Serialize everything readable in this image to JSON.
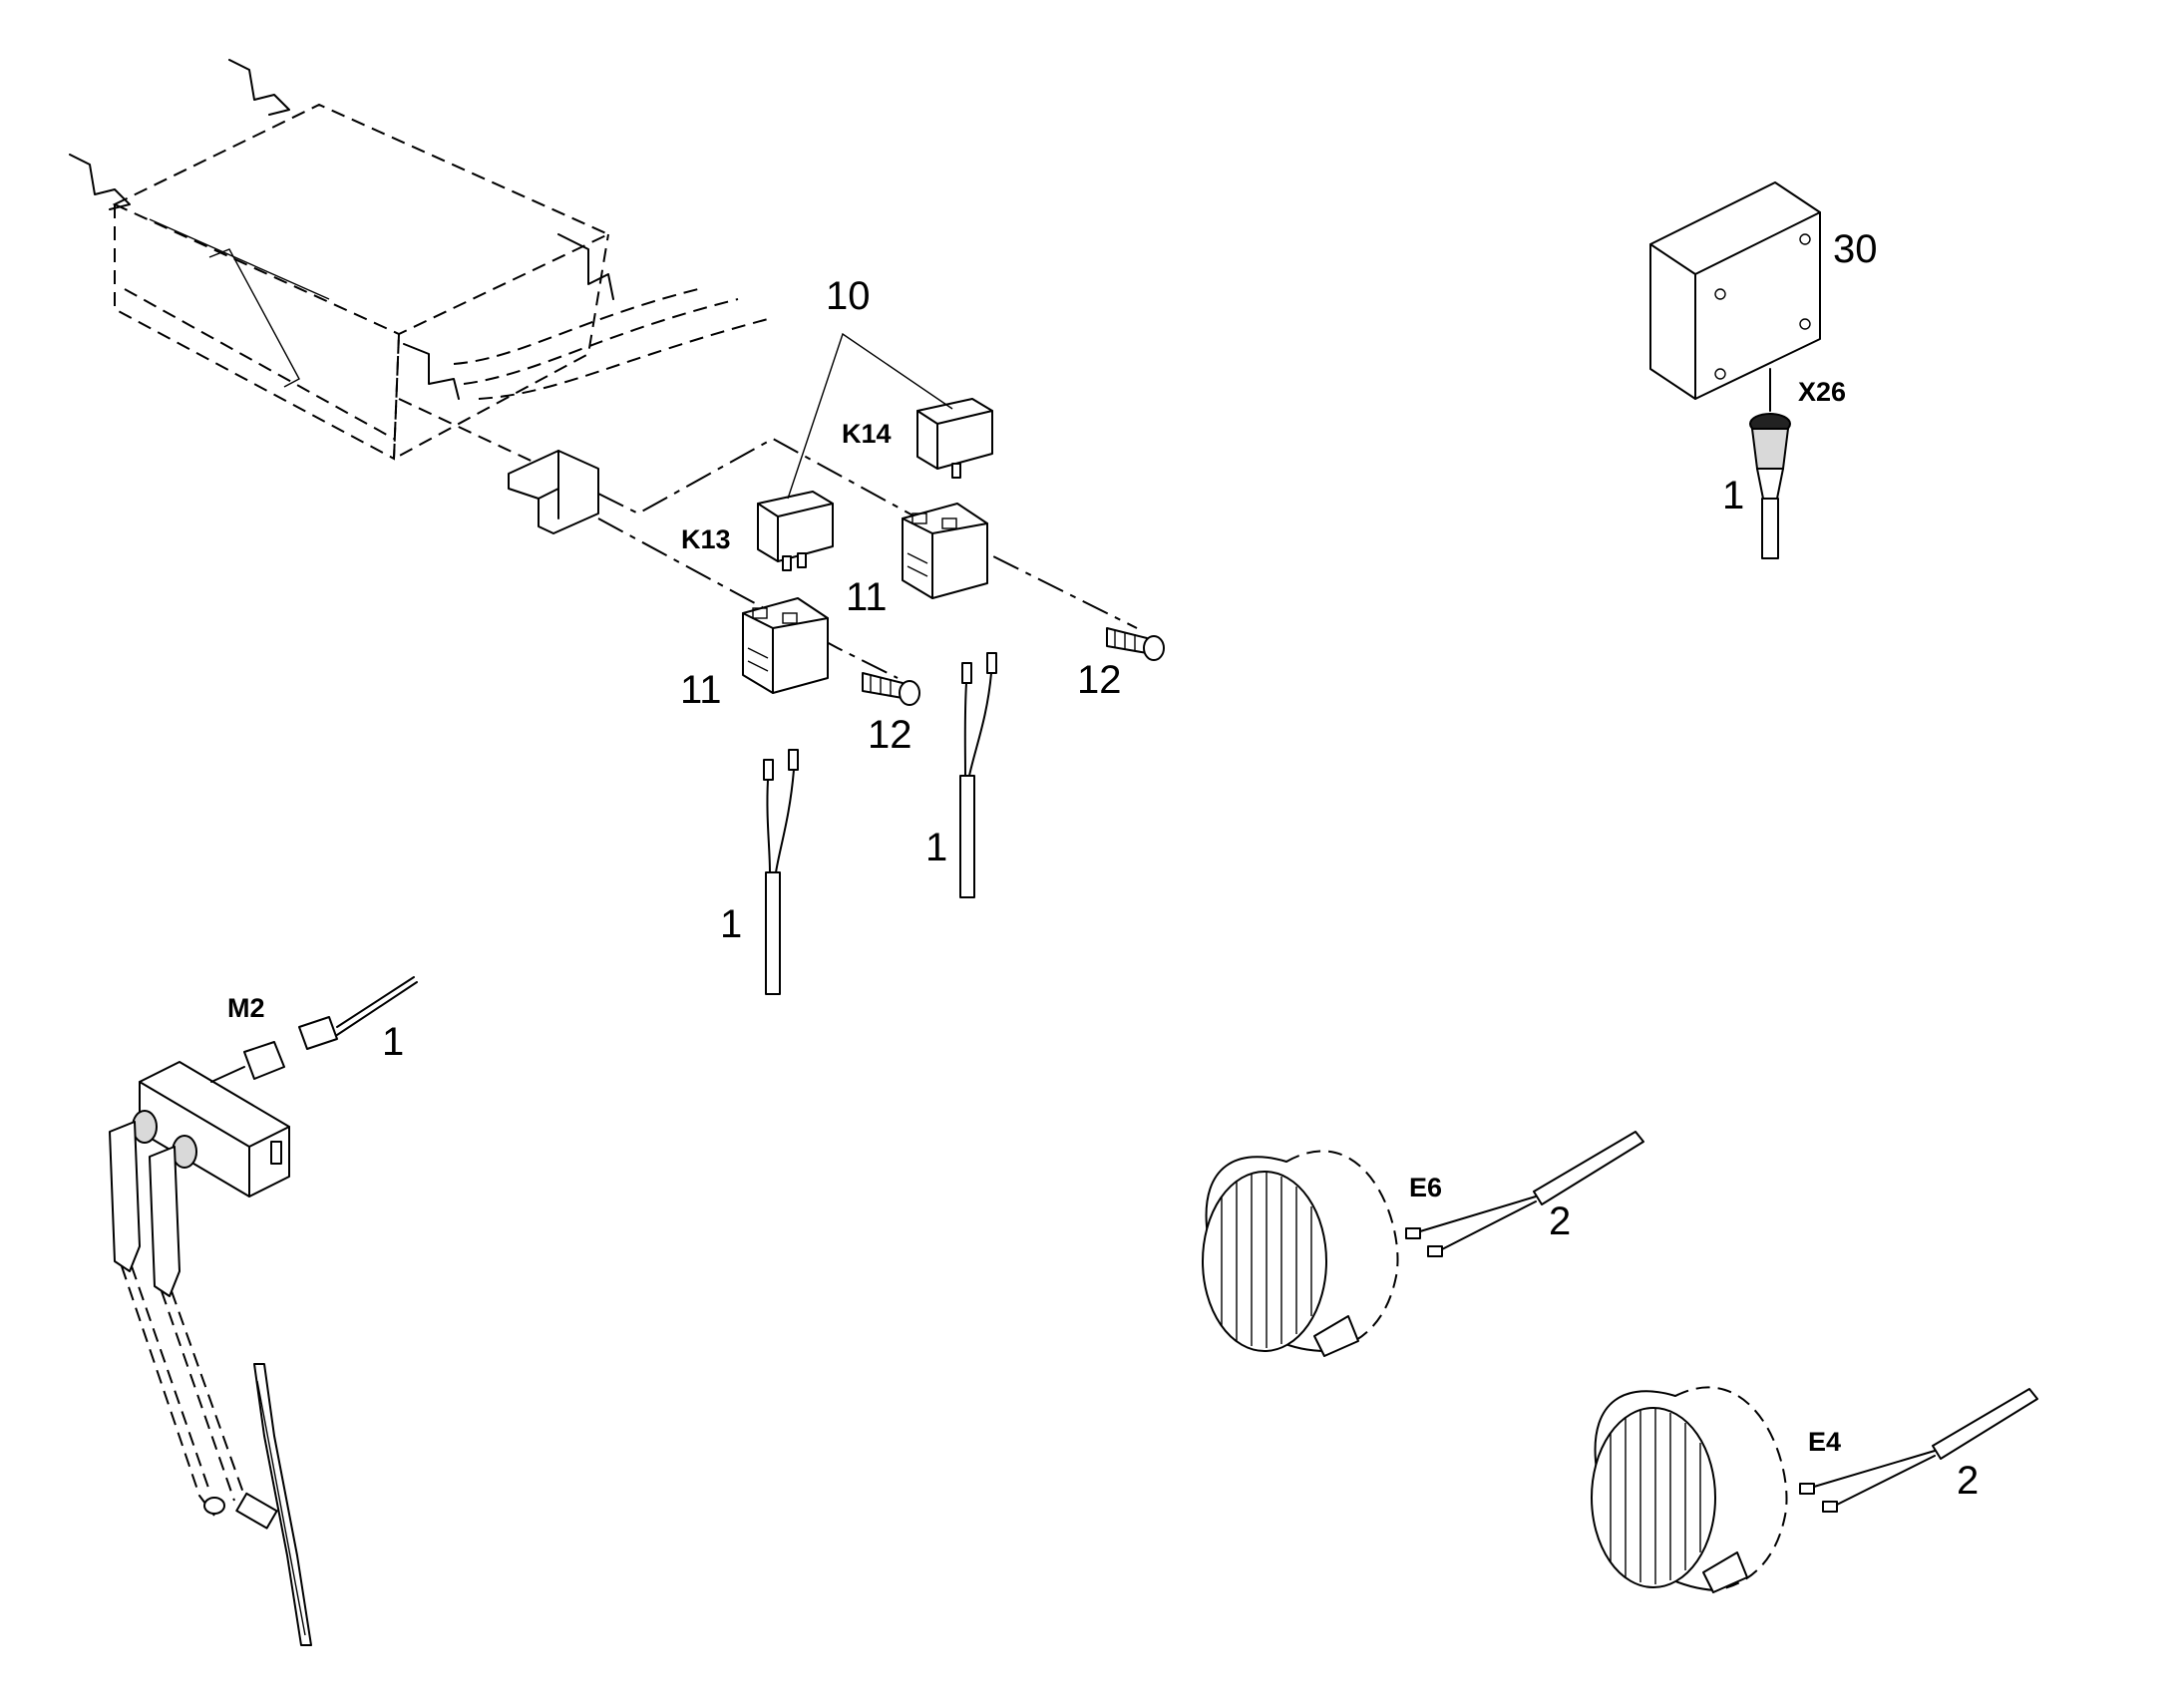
{
  "labels": {
    "ref_10": "10",
    "ref_11_upper": "11",
    "ref_11_lower": "11",
    "ref_12_upper": "12",
    "ref_12_lower": "12",
    "ref_1_center": "1",
    "ref_1_right_cable": "1",
    "ref_1_m2": "1",
    "ref_1_x26": "1",
    "ref_30": "30",
    "ref_2_e6": "2",
    "ref_2_e4": "2",
    "code_k13": "K13",
    "code_k14": "K14",
    "code_m2": "M2",
    "code_x26": "X26",
    "code_e6": "E6",
    "code_e4": "E4"
  }
}
